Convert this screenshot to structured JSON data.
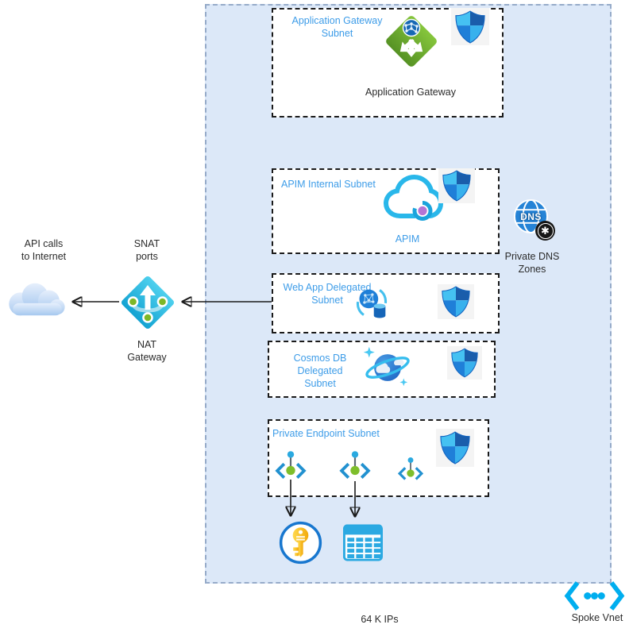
{
  "colors": {
    "vnet_fill": "#dce8f8",
    "vnet_border": "#96abc9",
    "subnet_border": "#1a1a1a",
    "subnet_title": "#3d9ce8",
    "label_text": "#2b2b2b",
    "connector": "#1a1a1a"
  },
  "vnet": {
    "name": "Spoke Vnet",
    "capacity_label": "64 K IPs"
  },
  "subnets": {
    "app_gateway": {
      "title": "Application Gateway\nSubnet",
      "caption": "Application Gateway"
    },
    "apim": {
      "title": "APIM Internal Subnet",
      "caption": "APIM"
    },
    "web_app": {
      "title": "Web App Delegated\nSubnet"
    },
    "cosmos_db": {
      "title": "Cosmos DB Delegated\nSubnet"
    },
    "private_endpoint": {
      "title": "Private Endpoint Subnet"
    }
  },
  "external": {
    "internet_label": "API calls\nto Internet",
    "snat_label": "SNAT\nports",
    "nat_gateway_label": "NAT\nGateway"
  },
  "dns": {
    "label": "Private DNS\nZones",
    "badge_text": "DNS",
    "wildcard_symbol": "✱"
  }
}
